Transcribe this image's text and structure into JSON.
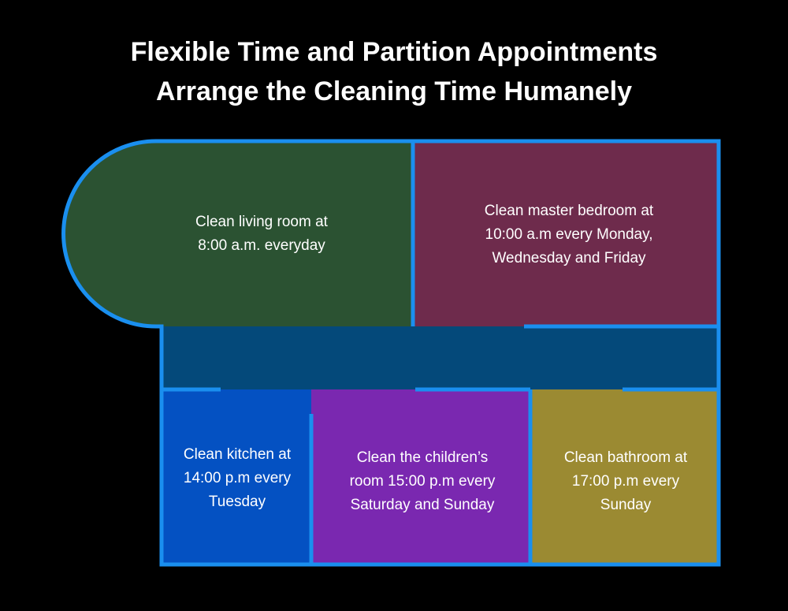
{
  "title": {
    "line1": "Flexible Time and Partition Appointments",
    "line2": "Arrange the Cleaning Time Humanely"
  },
  "colors": {
    "background": "#000000",
    "wall": "#1a8fef",
    "living_room": "#2b5232",
    "master_bedroom": "#6e2b4c",
    "hallway": "#04497a",
    "kitchen": "#0451c2",
    "children_room": "#7a28b0",
    "bathroom": "#9b8a32",
    "text": "#ffffff"
  },
  "rooms": {
    "living_room": {
      "lines": [
        "Clean living room at",
        "8:00 a.m. everyday"
      ]
    },
    "master_bedroom": {
      "lines": [
        "Clean master bedroom at",
        "10:00 a.m every Monday,",
        "Wednesday and Friday"
      ]
    },
    "kitchen": {
      "lines": [
        "Clean kitchen at",
        "14:00 p.m every",
        "Tuesday"
      ]
    },
    "children_room": {
      "lines": [
        "Clean the children’s",
        "room 15:00 p.m every",
        "Saturday and Sunday"
      ]
    },
    "bathroom": {
      "lines": [
        "Clean bathroom at",
        "17:00 p.m every",
        "Sunday"
      ]
    }
  }
}
